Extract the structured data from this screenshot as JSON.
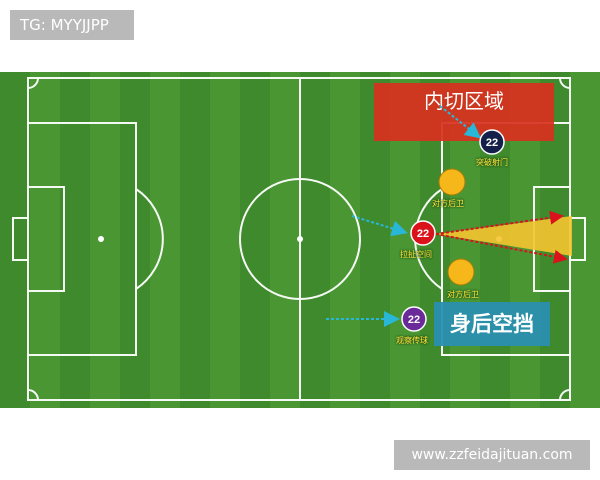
{
  "watermark_top": "TG: MYYJJPP",
  "banner_top": "内切区域",
  "banner_bottom": "身后空挡",
  "players": [
    {
      "number": "22",
      "label": "突破射门",
      "color": "#15204a"
    },
    {
      "label": "对方后卫",
      "color": "#f6b71b"
    },
    {
      "number": "22",
      "label": "拉扯空间",
      "color": "#d9121b"
    },
    {
      "label": "对方后卫",
      "color": "#f6b71b"
    },
    {
      "number": "22",
      "label": "观察传球",
      "color": "#6a2a9a"
    }
  ],
  "watermark_bottom": "www.zzfeidajituan.com",
  "colors": {
    "pitch": "#3f8a2c",
    "red_banner": "#d8301f",
    "blue_banner": "#2a8fb0",
    "arrow": "#29b7d8",
    "shot_cone": "#f5c430"
  }
}
